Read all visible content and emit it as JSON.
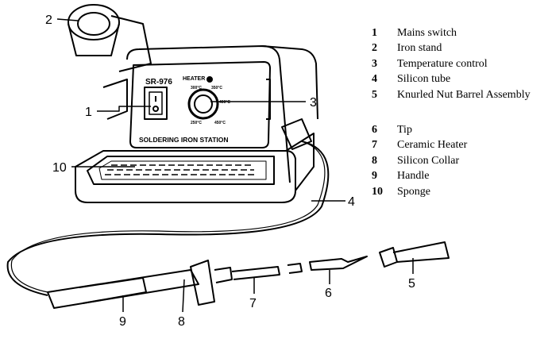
{
  "legend_group1": [
    {
      "num": "1",
      "label": "Mains switch"
    },
    {
      "num": "2",
      "label": "Iron stand"
    },
    {
      "num": "3",
      "label": "Temperature control"
    },
    {
      "num": "4",
      "label": "Silicon tube"
    },
    {
      "num": "5",
      "label": "Knurled Nut Barrel Assembly"
    }
  ],
  "legend_group2": [
    {
      "num": "6",
      "label": "Tip"
    },
    {
      "num": "7",
      "label": "Ceramic Heater"
    },
    {
      "num": "8",
      "label": "Silicon Collar"
    },
    {
      "num": "9",
      "label": "Handle"
    },
    {
      "num": "10",
      "label": "Sponge"
    }
  ],
  "panel": {
    "model": "SR-976",
    "heater": "HEATER",
    "station": "SOLDERING IRON STATION",
    "temps": [
      "250°C",
      "300°C",
      "350°C",
      "400°C",
      "450°C"
    ]
  },
  "callouts": [
    "1",
    "2",
    "3",
    "4",
    "5",
    "6",
    "7",
    "8",
    "9",
    "10"
  ]
}
